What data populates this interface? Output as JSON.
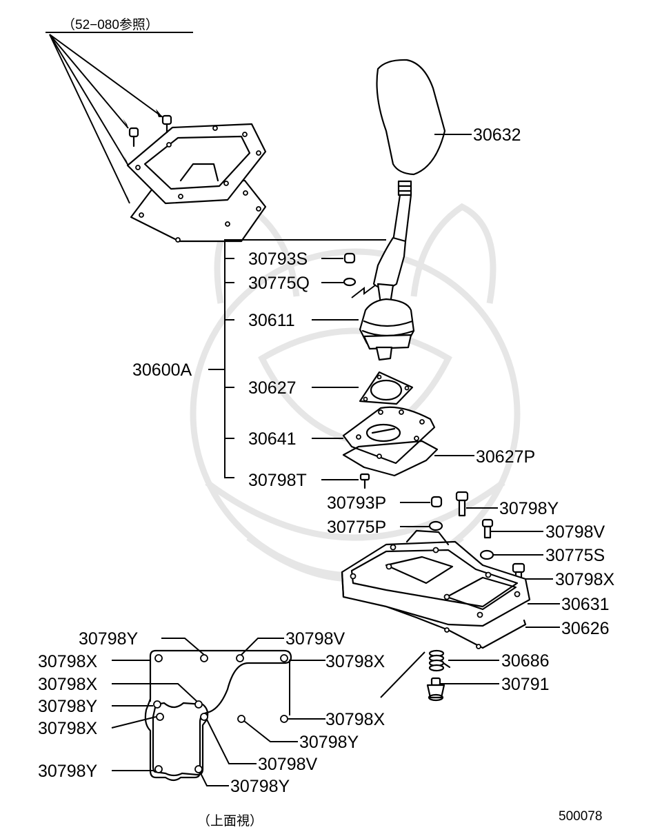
{
  "reference_note": "（52−080参照）",
  "top_view_note": "（上面視）",
  "diagram_number": "500078",
  "parts": {
    "knob": "30632",
    "nut_s": "30793S",
    "washer_q": "30775Q",
    "boot": "30611",
    "assembly": "30600A",
    "gasket_27": "30627",
    "plate": "30641",
    "gasket_27p": "30627P",
    "bolt_t": "30798T",
    "nut_p": "30793P",
    "bolt_y_top": "30798Y",
    "washer_p": "30775P",
    "bolt_v_top": "30798V",
    "washer_s": "30775S",
    "bolt_x_top": "30798X",
    "housing": "30631",
    "gasket_26": "30626",
    "spring": "30686",
    "plug": "30791"
  },
  "top_view_labels": {
    "y_top": "30798Y",
    "v_top": "30798V",
    "x_left_1": "30798X",
    "x_right_1": "30798X",
    "x_left_2": "30798X",
    "y_left_1": "30798Y",
    "x_left_3": "30798X",
    "x_right_2": "30798X",
    "y_right": "30798Y",
    "y_left_2": "30798Y",
    "v_bottom": "30798V",
    "y_bottom": "30798Y"
  }
}
